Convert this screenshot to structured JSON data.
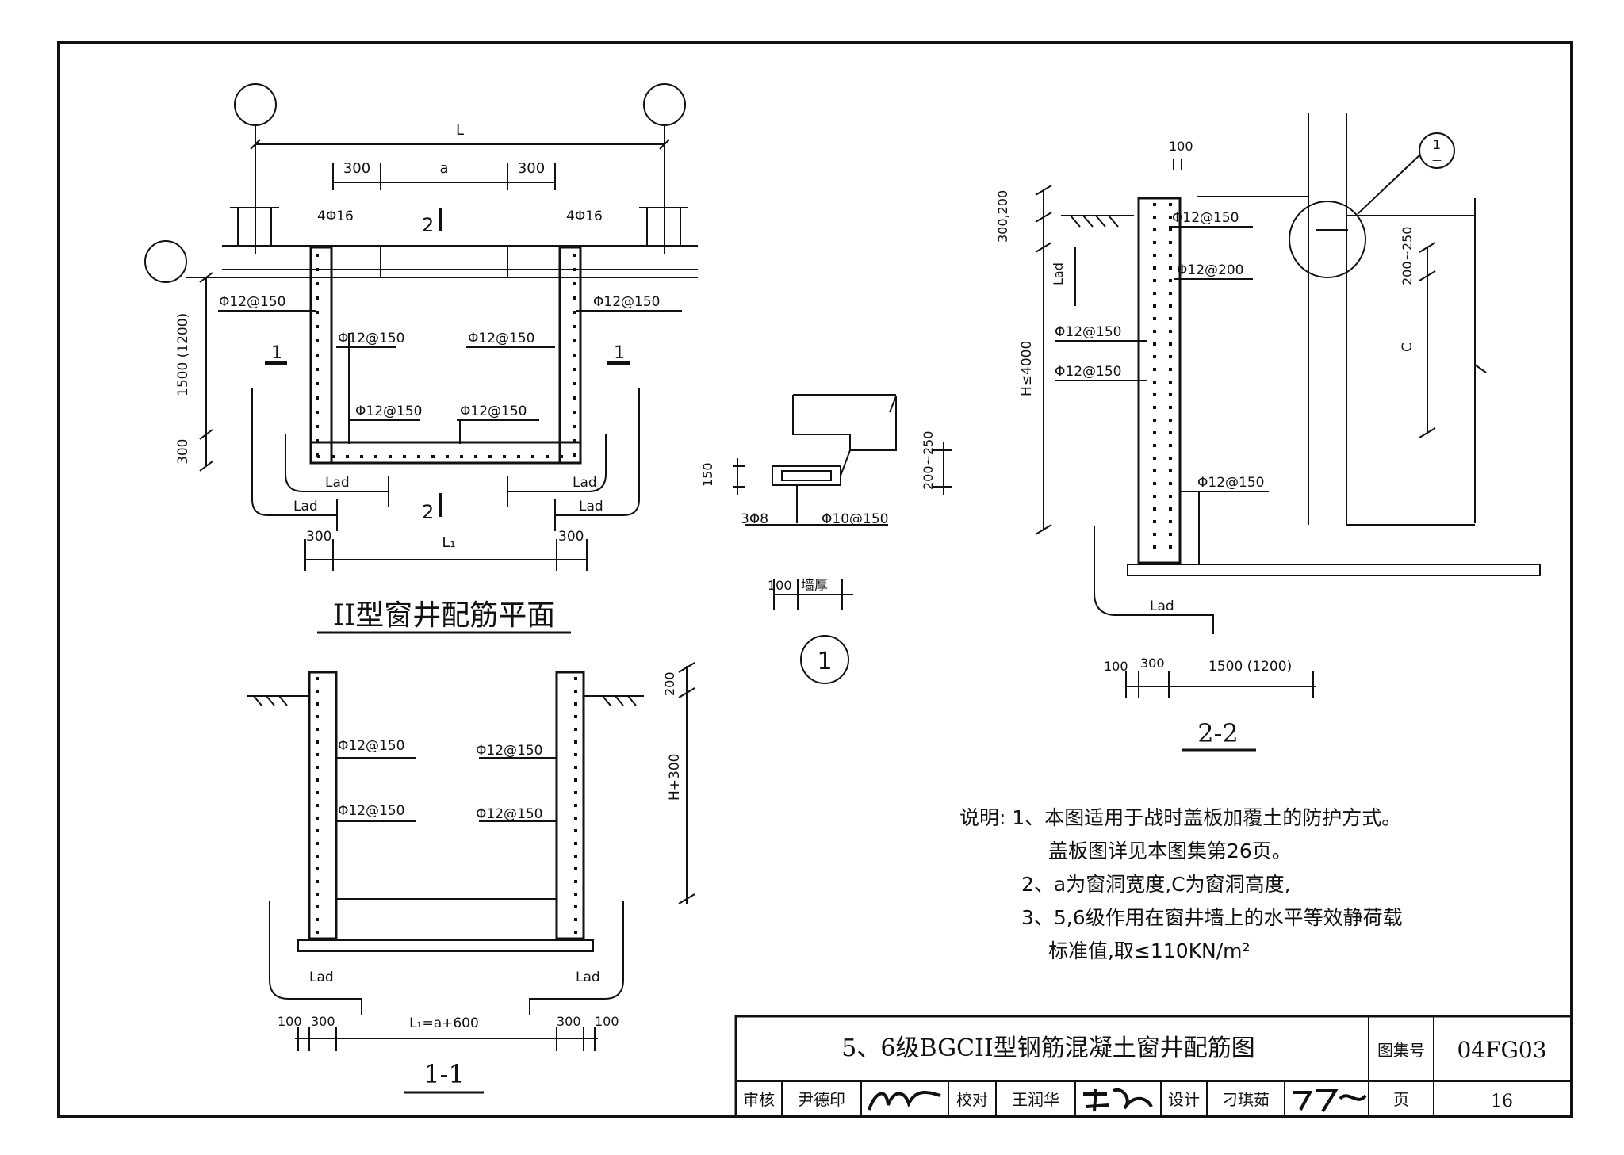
{
  "drawing": {
    "plan": {
      "dim_L": "L",
      "dim_300_left": "300",
      "dim_a": "a",
      "dim_300_right": "300",
      "bar_4phi16_left": "4Φ16",
      "bar_4phi16_right": "4Φ16",
      "section_2_top": "2",
      "section_2_bottom": "2",
      "section_1_left": "1",
      "section_1_right": "1",
      "bar_outer_left": "Φ12@150",
      "bar_outer_right": "Φ12@150",
      "bar_inner_left": "Φ12@150",
      "bar_inner_right": "Φ12@150",
      "bar_bottom_left": "Φ12@150",
      "bar_bottom_right": "Φ12@150",
      "dim_1500": "1500 (1200)",
      "dim_300_side": "300",
      "lad_1": "Lad",
      "lad_2": "Lad",
      "lad_3": "Lad",
      "lad_4": "Lad",
      "dim_300_bl": "300",
      "dim_L1": "L₁",
      "dim_300_br": "300",
      "title": "II型窗井配筋平面"
    },
    "detail": {
      "dim_150": "150",
      "dim_200_250": "200~250",
      "bar_3phi8": "3Φ8",
      "bar_phi10": "Φ10@150",
      "dim_100": "100",
      "dim_wall": "墙厚",
      "label": "1"
    },
    "section22": {
      "dim_100_top": "100",
      "dim_300_200": "300,200",
      "bar_a": "Φ12@150",
      "bar_b": "Φ12@200",
      "lad_v": "Lad",
      "dim_H": "H≤4000",
      "bar_c": "Φ12@150",
      "bar_d": "Φ12@150",
      "bar_e": "Φ12@150",
      "lad_h": "Lad",
      "callout_num": "1",
      "callout_den": "—",
      "dim_200_250": "200~250",
      "dim_C": "C",
      "dim_100": "100",
      "dim_300": "300",
      "dim_1500": "1500 (1200)",
      "title": "2-2"
    },
    "section11": {
      "bar_1": "Φ12@150",
      "bar_2": "Φ12@150",
      "bar_3": "Φ12@150",
      "bar_4": "Φ12@150",
      "dim_200": "200",
      "dim_H300": "H+300",
      "lad_l": "Lad",
      "lad_r": "Lad",
      "dim_100_l": "100",
      "dim_300_l": "300",
      "dim_L1": "L₁=a+600",
      "dim_300_r": "300",
      "dim_100_r": "100",
      "title": "1-1"
    },
    "notes": {
      "line1": "说明: 1、本图适用于战时盖板加覆土的防护方式。",
      "line2": "盖板图详见本图集第26页。",
      "line3": "2、a为窗洞宽度,C为窗洞高度,",
      "line4": "3、5,6级作用在窗井墙上的水平等效静荷载",
      "line5": "标准值,取≤110KN/m²"
    },
    "titleblock": {
      "title": "5、6级BGCII型钢筋混凝土窗井配筋图",
      "atlas_label": "图集号",
      "atlas_value": "04FG03",
      "review_label": "审核",
      "review_name": "尹德印",
      "check_label": "校对",
      "check_name": "王润华",
      "design_label": "设计",
      "design_name": "刁琪茹",
      "page_label": "页",
      "page_value": "16"
    }
  }
}
